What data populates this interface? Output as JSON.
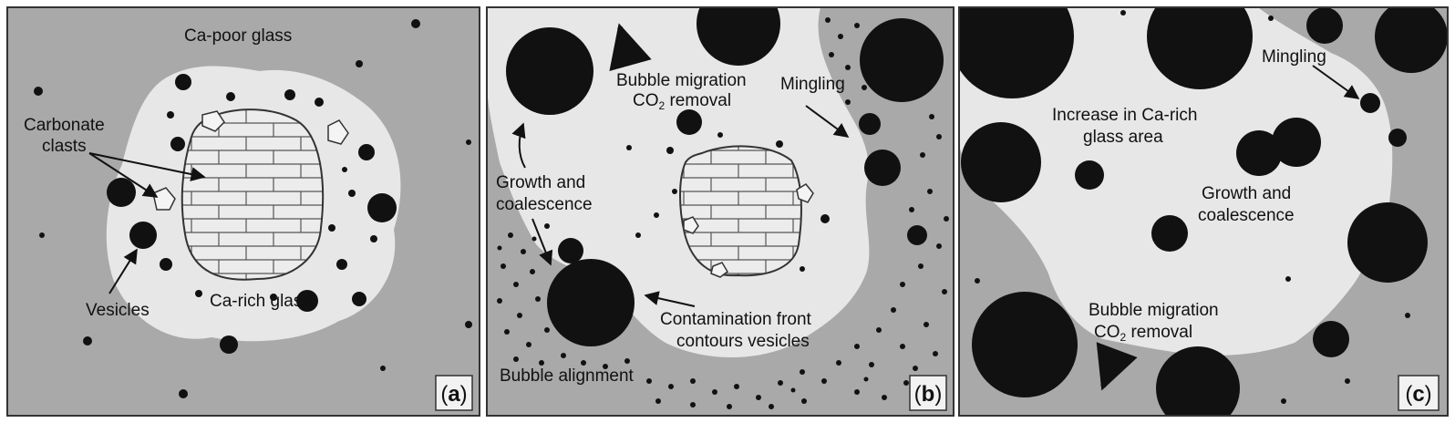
{
  "panels": [
    {
      "id": "a",
      "tag": {
        "open": "(",
        "letter": "a",
        "close": ")"
      },
      "labels": {
        "ca_poor_glass": "Ca-poor glass",
        "carbonate_clasts_1": "Carbonate",
        "carbonate_clasts_2": "clasts",
        "vesicles": "Vesicles",
        "ca_rich_glass": "Ca-rich glass"
      }
    },
    {
      "id": "b",
      "tag": {
        "open": "(",
        "letter": "b",
        "close": ")"
      },
      "labels": {
        "bubble_migration": "Bubble migration",
        "co2_removal_pre": "CO",
        "co2_removal_sub": "2",
        "co2_removal_post": " removal",
        "mingling": "Mingling",
        "growth_1": "Growth and",
        "growth_2": "coalescence",
        "contamination_1": "Contamination front",
        "contamination_2": "contours vesicles",
        "bubble_alignment": "Bubble alignment"
      }
    },
    {
      "id": "c",
      "tag": {
        "open": "(",
        "letter": "c",
        "close": ")"
      },
      "labels": {
        "mingling": "Mingling",
        "increase_1": "Increase in Ca-rich",
        "increase_2": "glass area",
        "growth_1": "Growth and",
        "growth_2": "coalescence",
        "bubble_migration": "Bubble migration",
        "co2_removal_pre": "CO",
        "co2_removal_sub": "2",
        "co2_removal_post": " removal"
      }
    }
  ],
  "colors": {
    "ca_poor_glass": "#a9a9a9",
    "ca_rich_glass": "#e7e7e7",
    "vesicle": "#111111",
    "outline": "#333333"
  }
}
